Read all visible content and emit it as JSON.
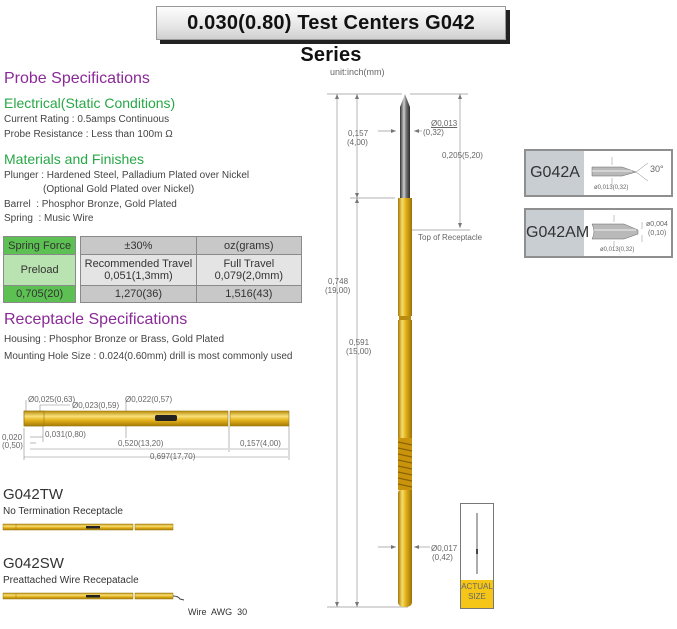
{
  "title": "0.030(0.80) Test Centers G042 Series",
  "probe_specs": {
    "heading": "Probe Specifications",
    "electrical_heading": "Electrical(Static Conditions)",
    "current_rating": "Current Rating : 0.5amps Continuous",
    "probe_resistance": "Probe Resistance : Less than 100m Ω",
    "materials_heading": "Materials and Finishes",
    "plunger": "Plunger : Hardened Steel, Palladium Plated over Nickel",
    "plunger_option": "(Optional Gold Plated over Nickel)",
    "barrel": "Barrel  : Phosphor Bronze, Gold Plated",
    "spring": "Spring  : Music Wire"
  },
  "spring_force_table": {
    "header": [
      "Spring Force",
      "±30%",
      "oz(grams)"
    ],
    "row2": [
      "Preload",
      "Recommended Travel",
      "0,051(1,3mm)",
      "Full Travel",
      "0,079(2,0mm)"
    ],
    "row3": [
      "0,705(20)",
      "1,270(36)",
      "1,516(43)"
    ]
  },
  "receptacle_specs": {
    "heading": "Receptacle Specifications",
    "housing": "Housing : Phosphor Bronze or Brass, Gold Plated",
    "mounting": "Mounting Hole Size : 0.024(0.60mm) drill is most commonly used"
  },
  "receptacle_drawing": {
    "d1": "Ø0,025(0,63)",
    "d2": "Ø0,023(0,59)",
    "d3": "Ø0,022(0,57)",
    "d4a": "0,020",
    "d4b": "(0,50)",
    "d5": "0,031(0,80)",
    "d6": "0,520(13,20)",
    "d7": "0,157(4,00)",
    "d8": "0,697(17,70)"
  },
  "variants": [
    {
      "model": "G042TW",
      "desc": "No Termination Receptacle"
    },
    {
      "model": "G042SW",
      "desc": "Preattached Wire Recepatacle",
      "wire": "Wire  AWG  30"
    }
  ],
  "probe_drawing": {
    "unit": "unit:inch(mm)",
    "tip_dia_a": "Ø0,013",
    "tip_dia_b": "(0,32)",
    "len1a": "0,157",
    "len1b": "(4,00)",
    "len2": "0,205(5,20)",
    "top_label": "Top of Receptacle",
    "len3a": "0,748",
    "len3b": "(19,00)",
    "len4a": "0,591",
    "len4b": "(15,00)",
    "barrel_dia_a": "Ø0,017",
    "barrel_dia_b": "(0,42)",
    "actual_size_1": "ACTUAL",
    "actual_size_2": "SIZE"
  },
  "tip_styles": [
    {
      "model": "G042A",
      "dia": "ø0,013(0,32)",
      "angle": "30°"
    },
    {
      "model": "G042AM",
      "dia": "ø0,013(0,32)",
      "tip_a": "ø0,004",
      "tip_b": "(0,10)"
    }
  ],
  "colors": {
    "purple": "#8a2a96",
    "green": "#27a846",
    "gold": "#e3b216",
    "table_green": "#5cc152"
  }
}
